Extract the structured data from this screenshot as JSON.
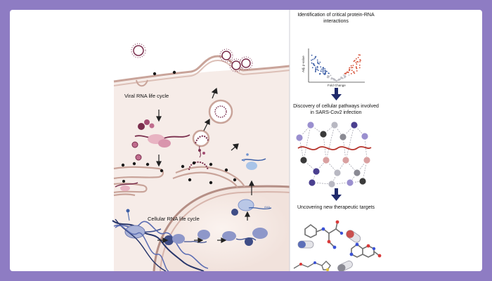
{
  "left_panel": {
    "viral_label": "Viral RNA life cycle",
    "cellular_label": "Cellular RNA life cycle"
  },
  "right_panel": {
    "step1_title": "Identification of critical protein-RNA interactions",
    "volcano_xlabel": "Fold Change",
    "volcano_ylabel": "Adj. p-value",
    "step2_title": "Discovery of cellular pathways involved in SARS-Cov2 infection",
    "step3_title": "Uncovering new therapeutic targets"
  },
  "colors": {
    "frame": "#8e7cc3",
    "cytoplasm": "#f6ece8",
    "membrane": "#c9a49a",
    "virus": "#7a2e4d",
    "arrow": "#1f2a6b",
    "up_points": "#d4472c",
    "down_points": "#3d5fa6"
  }
}
